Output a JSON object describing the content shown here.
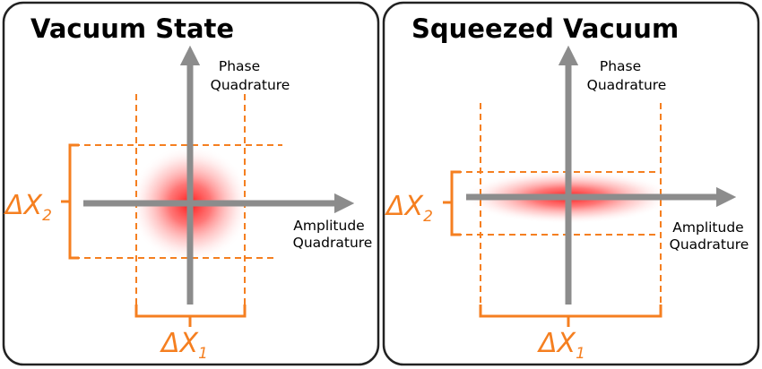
{
  "colors": {
    "axis": "#8c8c8c",
    "uncertainty": "#f57f20",
    "distribution": "#ff1a1a",
    "border": "#222222"
  },
  "panels": [
    {
      "title": "Vacuum State",
      "phase_label": [
        "Phase",
        "Quadrature"
      ],
      "amplitude_label": [
        "Amplitude",
        "Quadrature"
      ],
      "delta_x2": {
        "base": "ΔX",
        "sub": "2"
      },
      "delta_x1": {
        "base": "ΔX",
        "sub": "1"
      }
    },
    {
      "title": "Squeezed Vacuum",
      "phase_label": [
        "Phase",
        "Quadrature"
      ],
      "amplitude_label": [
        "Amplitude",
        "Quadrature"
      ],
      "delta_x2": {
        "base": "ΔX",
        "sub": "2"
      },
      "delta_x1": {
        "base": "ΔX",
        "sub": "1"
      }
    }
  ]
}
